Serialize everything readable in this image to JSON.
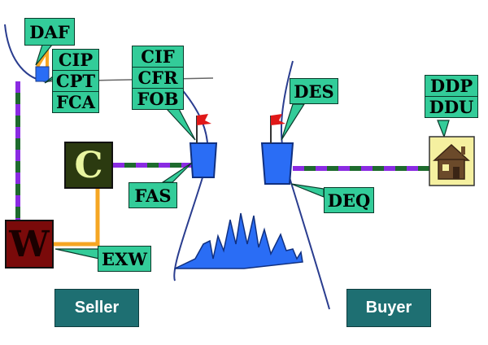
{
  "terms": {
    "daf": "DAF",
    "cip": "CIP",
    "cpt": "CPT",
    "fca": "FCA",
    "cif": "CIF",
    "cfr": "CFR",
    "fob": "FOB",
    "fas": "FAS",
    "des": "DES",
    "deq": "DEQ",
    "ddp": "DDP",
    "ddu": "DDU",
    "exw": "EXW"
  },
  "nodes": {
    "warehouse": "W",
    "carrier": "C"
  },
  "parties": {
    "seller": "Seller",
    "buyer": "Buyer"
  },
  "icons": {
    "flag": "red-flag",
    "ship": "blue-ship",
    "home": "house",
    "sea": "water-waves"
  },
  "colors": {
    "label_fill": "#33cc99",
    "route_purple": "#8a2be2",
    "route_green": "#1e6b2e",
    "exw_route": "#f5a623",
    "ship_blue": "#2a6df5",
    "flag_red": "#e01818",
    "warehouse_fill": "#7a0a0a",
    "carrier_fill": "#2b3a10",
    "party_fill": "#1e6f72"
  }
}
